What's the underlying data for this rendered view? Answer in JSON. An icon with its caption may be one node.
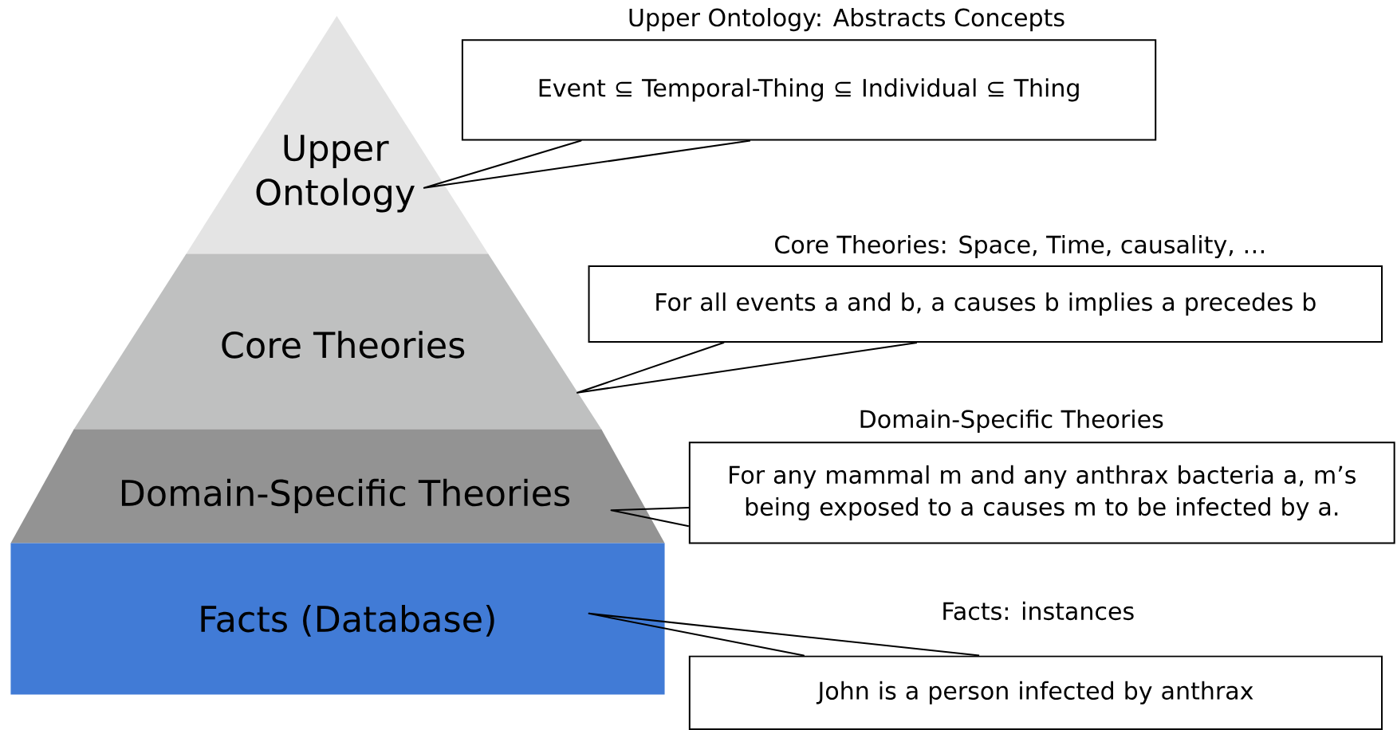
{
  "diagram": {
    "nodes": [
      {
        "text": [
          "Upper Ontology"
        ]
      },
      {
        "text": [
          "Core Theories"
        ]
      },
      {
        "text": [
          "Domain-Specific Theories"
        ]
      },
      {
        "text": [
          "Facts (Database)"
        ]
      },
      {
        "text": [
          "Upper Ontology: Abstracts Concepts",
          "Event ⊆ Temporal-Thing ⊆ Individual ⊆ Thing"
        ]
      },
      {
        "text": [
          "Core Theories: Space, Time, causality, …",
          "For all events a and b, a causes b implies a precedes b"
        ]
      },
      {
        "text": [
          "Domain-Specific Theories",
          "For any mammal m and any anthrax bacteria a, m’s being exposed to a causes m to be infected by a."
        ]
      },
      {
        "text": [
          "Facts: instances",
          "John is a person infected by anthrax"
        ]
      }
    ],
    "edges": [
      {
        "from": 4,
        "to": 0,
        "arrow": "none"
      },
      {
        "from": 5,
        "to": 1,
        "arrow": "none"
      },
      {
        "from": 6,
        "to": 2,
        "arrow": "none"
      },
      {
        "from": 7,
        "to": 3,
        "arrow": "none"
      }
    ]
  }
}
